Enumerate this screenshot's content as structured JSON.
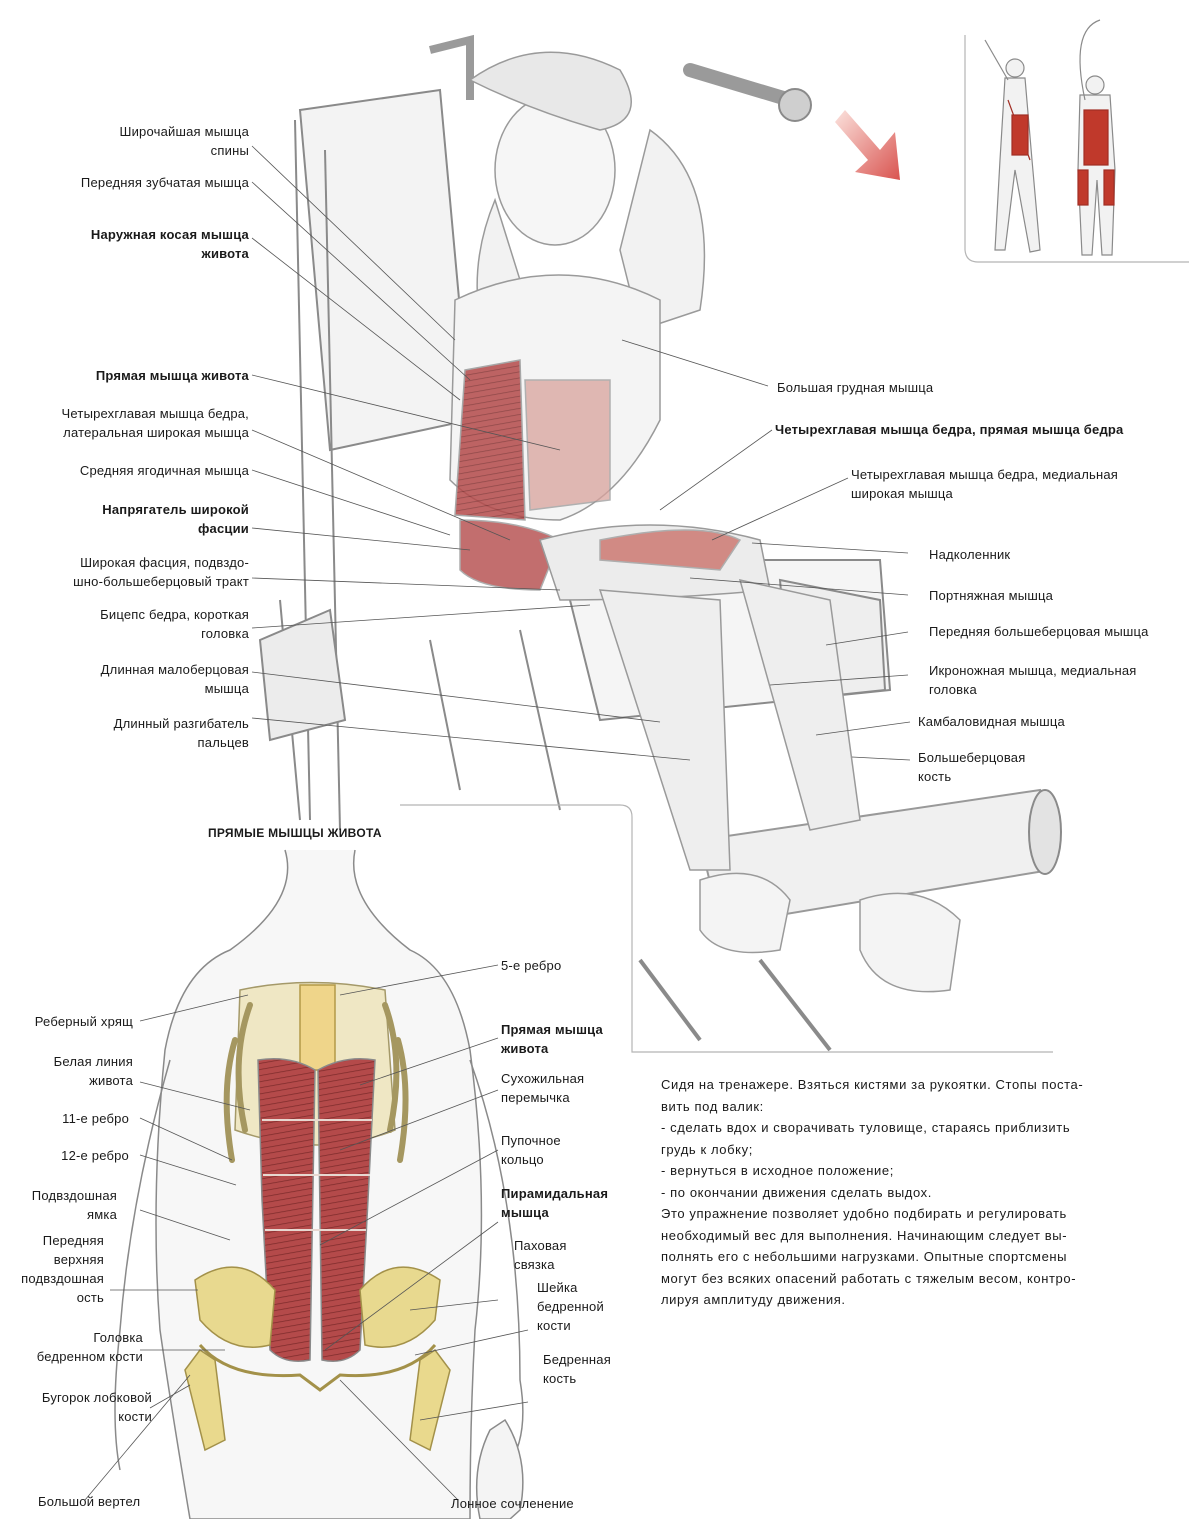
{
  "section_title": "ПРЯМЫЕ МЫШЦЫ ЖИВОТА",
  "top_left_labels": [
    {
      "lines": [
        "Широчайшая мышца",
        "спины"
      ]
    },
    {
      "lines": [
        "Передняя зубчатая мышца"
      ]
    },
    {
      "lines": [
        "Наружная косая мышца",
        "живота"
      ]
    },
    {
      "lines": [
        "Прямая мышца живота"
      ]
    },
    {
      "lines": [
        "Четырехглавая мышца бедра,",
        "латеральная широкая мышца"
      ]
    },
    {
      "lines": [
        "Средняя ягодичная мышца"
      ]
    },
    {
      "lines": [
        "Напрягатель широкой",
        "фасции"
      ]
    },
    {
      "lines": [
        "Широкая фасция, подвздо-",
        "шно-большеберцовый тракт"
      ]
    },
    {
      "lines": [
        "Бицепс бедра, короткая",
        "головка"
      ]
    },
    {
      "lines": [
        "Длинная малоберцовая",
        "мышца"
      ]
    },
    {
      "lines": [
        "Длинный разгибатель",
        "пальцев"
      ]
    }
  ],
  "top_right_labels": [
    {
      "lines": [
        "Большая грудная мышца"
      ]
    },
    {
      "lines": [
        "Четырехглавая мышца бедра, прямая мышца бедра"
      ]
    },
    {
      "lines": [
        "Четырехглавая мышца бедра, медиальная",
        "широкая мышца"
      ]
    },
    {
      "lines": [
        "Надколенник"
      ]
    },
    {
      "lines": [
        "Портняжная мышца"
      ]
    },
    {
      "lines": [
        "Передняя большеберцовая мышца"
      ]
    },
    {
      "lines": [
        "Икроножная мышца, медиальная",
        "головка"
      ]
    },
    {
      "lines": [
        "Камбаловидная мышца"
      ]
    },
    {
      "lines": [
        "Большеберцовая",
        "кость"
      ]
    }
  ],
  "bottom_left_labels": [
    {
      "lines": [
        "Реберный хрящ"
      ]
    },
    {
      "lines": [
        "Белая линия",
        "живота"
      ]
    },
    {
      "lines": [
        "11-е ребро"
      ]
    },
    {
      "lines": [
        "12-е ребро"
      ]
    },
    {
      "lines": [
        "Подвздошная",
        "ямка"
      ]
    },
    {
      "lines": [
        "Передняя",
        "верхняя",
        "подвздошная",
        "ость"
      ]
    },
    {
      "lines": [
        "Головка",
        "бедренном кости"
      ]
    },
    {
      "lines": [
        "Бугорок лобковой",
        "кости"
      ]
    },
    {
      "lines": [
        "Большой вертел"
      ]
    }
  ],
  "bottom_right_labels": [
    {
      "lines": [
        "5-е ребро"
      ]
    },
    {
      "lines": [
        "Прямая мышца",
        "живота"
      ]
    },
    {
      "lines": [
        "Сухожильная",
        "перемычка"
      ]
    },
    {
      "lines": [
        "Пупочное",
        "кольцо"
      ]
    },
    {
      "lines": [
        "Пирамидальная",
        "мышца"
      ]
    },
    {
      "lines": [
        "Паховая",
        "связка"
      ]
    },
    {
      "lines": [
        "Шейка",
        "бедренной",
        "кости"
      ]
    },
    {
      "lines": [
        "Бедренная",
        "кость"
      ]
    },
    {
      "lines": [
        "Лонное сочленение"
      ]
    }
  ],
  "description": [
    "Сидя на тренажере. Взяться кистями за рукоятки. Стопы поста-",
    "вить под валик:",
    "- сделать вдох и сворачивать туловище, стараясь приблизить",
    "грудь к лобку;",
    "- вернуться в исходное положение;",
    "- по окончании движения сделать выдох.",
    "Это упражнение позволяет удобно подбирать и регулировать",
    "необходимый вес для выполнения. Начинающим следует вы-",
    "полнять его с небольшими нагрузками. Опытные спортсмены",
    "могут без всяких опасений работать с тяжелым весом, контро-",
    "лируя амплитуду движения."
  ],
  "colors": {
    "muscle": "#b44a4a",
    "muscle_light": "#d98a84",
    "bone": "#ece0a8",
    "arrow": "#d9534f",
    "line": "#555555"
  }
}
